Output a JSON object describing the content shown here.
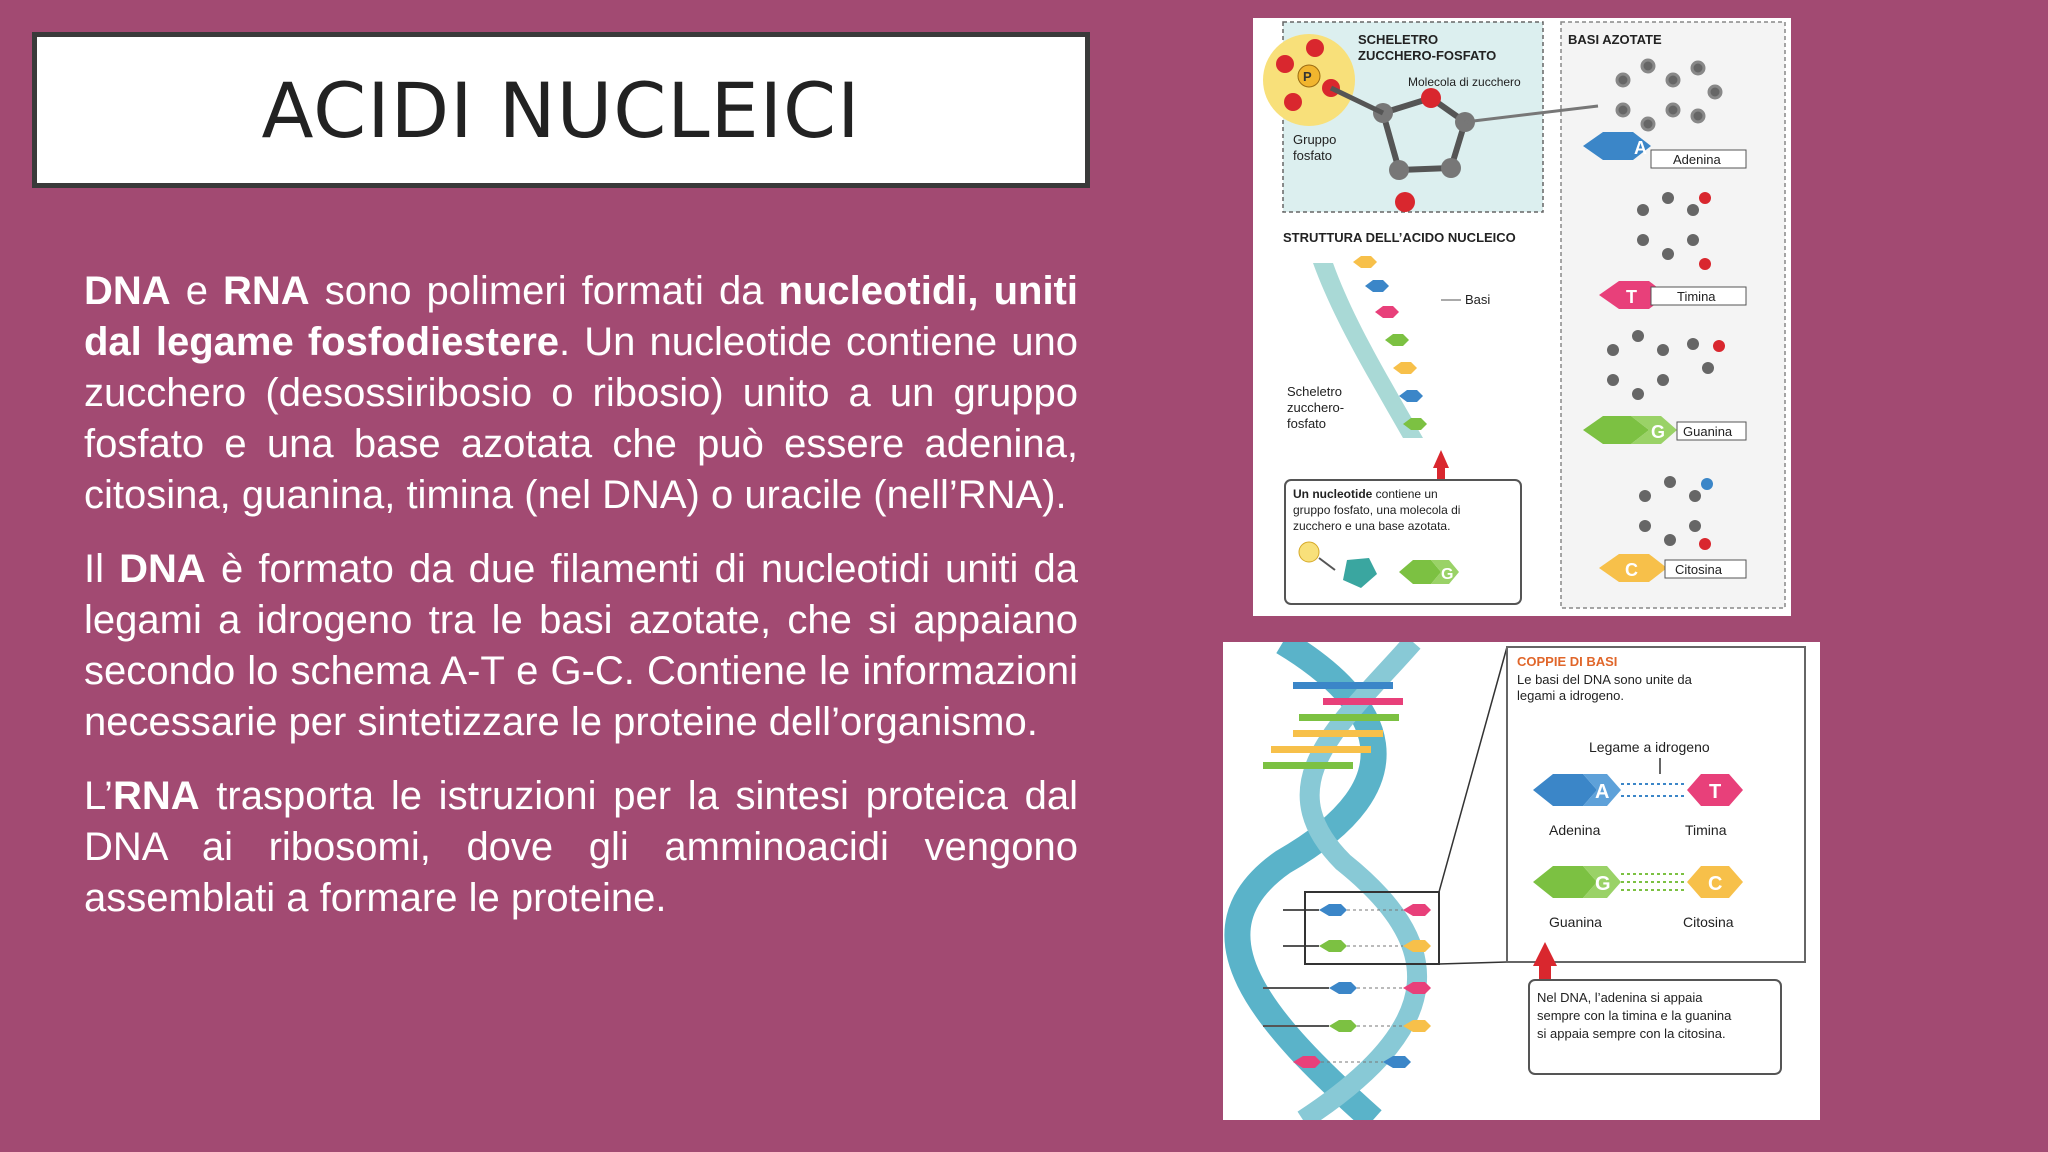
{
  "slide": {
    "title": "ACIDI NUCLEICI",
    "p1": {
      "a": "DNA",
      "b": " e ",
      "c": "RNA",
      "d": " sono polimeri formati da ",
      "e": "nucleotidi, uniti dal legame fosfodiestere",
      "f": ". Un nucleotide contiene uno zucchero (desossiribosio o ribosio) unito a un gruppo fosfato e una base azotata che può essere adenina, citosina, guanina, timina (nel DNA) o uracile (nell’RNA)."
    },
    "p2": {
      "a": "Il ",
      "b": "DNA",
      "c": " è formato da due filamenti di nucleotidi uniti da legami a idrogeno tra le basi azotate, che si appaiano secondo lo schema A-T e G-C. Contiene le informazioni necessarie per sintetizzare le proteine dell’organismo."
    },
    "p3": {
      "a": "L’",
      "b": "RNA",
      "c": " trasporta le istruzioni per la sintesi proteica dal DNA ai ribosomi, dove gli amminoacidi vengono assemblati a formare le proteine."
    }
  },
  "figure_top": {
    "backbone_title_1": "SCHELETRO",
    "backbone_title_2": "ZUCCHERO-FOSFATO",
    "sugar_label": "Molecola di zucchero",
    "phosphate_label_1": "Gruppo",
    "phosphate_label_2": "fosfato",
    "phosphorus_symbol": "P",
    "bases_title": "BASI AZOTATE",
    "structure_title": "STRUTTURA DELL’ACIDO NUCLEICO",
    "bases_label": "Basi",
    "backbone_label_1": "Scheletro",
    "backbone_label_2": "zucchero-",
    "backbone_label_3": "fosfato",
    "nucleotide_note_bold": "Un nucleotide",
    "nucleotide_note_1": " contiene un",
    "nucleotide_note_2": "gruppo fosfato, una molecola di",
    "nucleotide_note_3": "zucchero e una base azotata.",
    "bases": [
      {
        "letter": "A",
        "name": "Adenina",
        "color": "#3b86c8"
      },
      {
        "letter": "T",
        "name": "Timina",
        "color": "#e8407a"
      },
      {
        "letter": "G",
        "name": "Guanina",
        "color": "#7cc142"
      },
      {
        "letter": "C",
        "name": "Citosina",
        "color": "#f7c04a"
      }
    ]
  },
  "figure_bottom": {
    "pairs_title": "COPPIE DI BASI",
    "pairs_desc_1": "Le basi del DNA sono unite da",
    "pairs_desc_2": "legami a idrogeno.",
    "hbond_label": "Legame a idrogeno",
    "pair1_left": "Adenina",
    "pair1_right": "Timina",
    "pair2_left": "Guanina",
    "pair2_right": "Citosina",
    "note_1": "Nel DNA, l’adenina si appaia",
    "note_2": "sempre con la timina e la guanina",
    "note_3": "si appaia sempre con la citosina."
  },
  "colors": {
    "background": "#a24a72",
    "adenine": "#3b86c8",
    "thymine": "#e8407a",
    "guanine": "#7cc142",
    "cytosine": "#f7c04a",
    "accent_red": "#d9272e",
    "title_orange": "#e0662a"
  }
}
